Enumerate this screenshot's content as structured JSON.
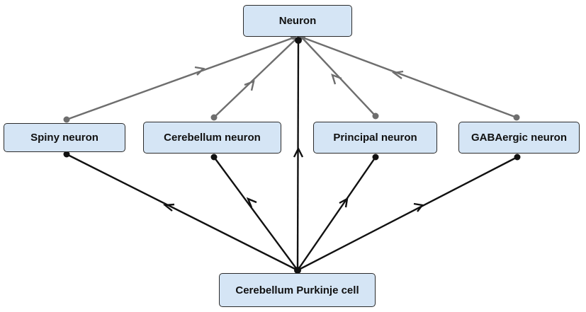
{
  "nodes": {
    "neuron": "Neuron",
    "spiny": "Spiny neuron",
    "cerebellum": "Cerebellum neuron",
    "principal": "Principal neuron",
    "gaba": "GABAergic neuron",
    "purkinje": "Cerebellum Purkinje cell"
  },
  "colors": {
    "node_fill": "#d5e5f5",
    "node_border": "#2b2b2b",
    "edge_dark": "#111111",
    "edge_grey": "#6e6e6e"
  }
}
